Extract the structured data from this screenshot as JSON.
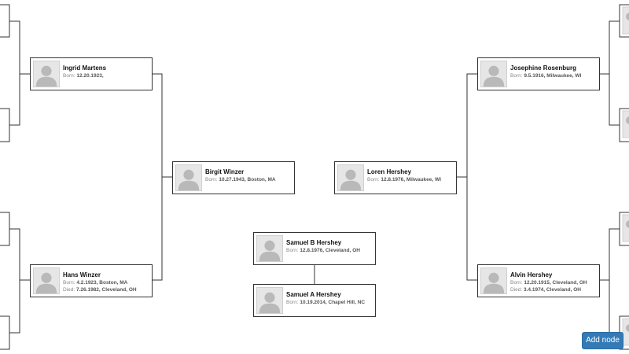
{
  "tree": {
    "born_label": "Born:",
    "died_label": "Died:",
    "people": {
      "ingrid": {
        "name": "Ingrid Martens",
        "born": "12.20.1923,",
        "died": ""
      },
      "hans": {
        "name": "Hans Winzer",
        "born": "4.2.1923, Boston, MA",
        "died": "7.26.1982, Cleveland, OH"
      },
      "birgit": {
        "name": "Birgit Winzer",
        "born": "10.27.1943, Boston, MA",
        "died": ""
      },
      "loren": {
        "name": "Loren Hershey",
        "born": "12.8.1976, Milwaukee, WI",
        "died": ""
      },
      "josephine": {
        "name": "Josephine Rosenburg",
        "born": "9.5.1916, Milwaukee, WI",
        "died": ""
      },
      "alvin": {
        "name": "Alvin Hershey",
        "born": "12.20.1915, Cleveland, OH",
        "died": "3.4.1974, Cleveland, OH"
      },
      "samuelb": {
        "name": "Samuel B Hershey",
        "born": "12.8.1976, Cleveland, OH",
        "died": ""
      },
      "samuela": {
        "name": "Samuel A Hershey",
        "born": "10.19.2014, Chapel Hill, NC",
        "died": ""
      }
    }
  },
  "toolbar": {
    "add_node_label": "Add node"
  }
}
